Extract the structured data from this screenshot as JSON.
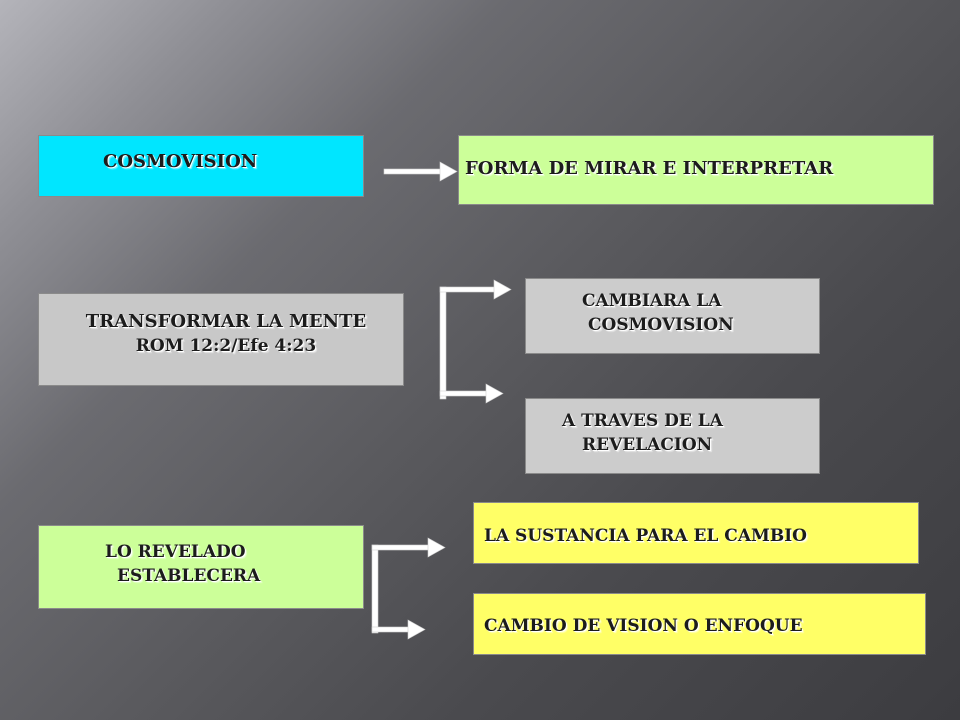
{
  "diagram": {
    "cosmovision": {
      "label": "COSMOVISION"
    },
    "forma": {
      "label": "FORMA DE MIRAR E INTERPRETAR"
    },
    "transformar": {
      "line1": "TRANSFORMAR LA MENTE",
      "line2": "ROM 12:2/Efe 4:23"
    },
    "cambiara": {
      "line1": "CAMBIARA LA",
      "line2": "COSMOVISION"
    },
    "atraves": {
      "line1": "A TRAVES DE LA",
      "line2": "REVELACION"
    },
    "revelado": {
      "line1": "LO REVELADO",
      "line2": "ESTABLECERA"
    },
    "sustancia": {
      "label": "LA SUSTANCIA PARA EL CAMBIO"
    },
    "cambio": {
      "label": "CAMBIO DE VISION O ENFOQUE"
    }
  },
  "colors": {
    "cyan": "#00e6ff",
    "light_green": "#ccff99",
    "gray_box": "#c8c8c8",
    "yellow": "#ffff66",
    "arrow": "#ffffff"
  }
}
